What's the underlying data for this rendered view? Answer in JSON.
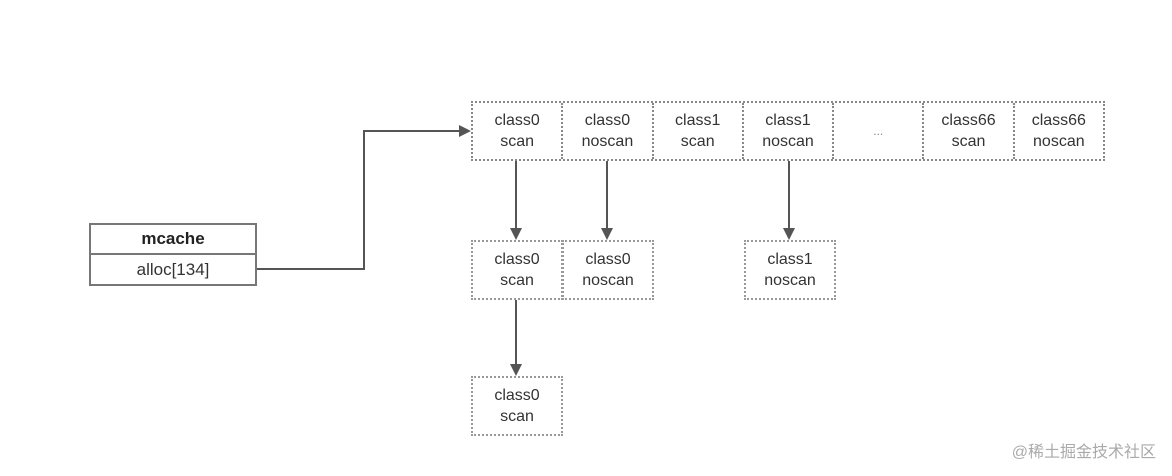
{
  "mcache": {
    "title": "mcache",
    "field": "alloc[134]"
  },
  "array": {
    "cells": [
      {
        "line1": "class0",
        "line2": "scan"
      },
      {
        "line1": "class0",
        "line2": "noscan"
      },
      {
        "line1": "class1",
        "line2": "scan"
      },
      {
        "line1": "class1",
        "line2": "noscan"
      },
      {
        "line1": "...",
        "line2": ""
      },
      {
        "line1": "class66",
        "line2": "scan"
      },
      {
        "line1": "class66",
        "line2": "noscan"
      }
    ]
  },
  "lists": {
    "class0_scan_1": {
      "line1": "class0",
      "line2": "scan"
    },
    "class0_noscan_1": {
      "line1": "class0",
      "line2": "noscan"
    },
    "class1_noscan_1": {
      "line1": "class1",
      "line2": "noscan"
    },
    "class0_scan_2": {
      "line1": "class0",
      "line2": "scan"
    }
  },
  "colors": {
    "line": "#555555",
    "border": "#888888"
  },
  "watermark": "@稀土掘金技术社区"
}
